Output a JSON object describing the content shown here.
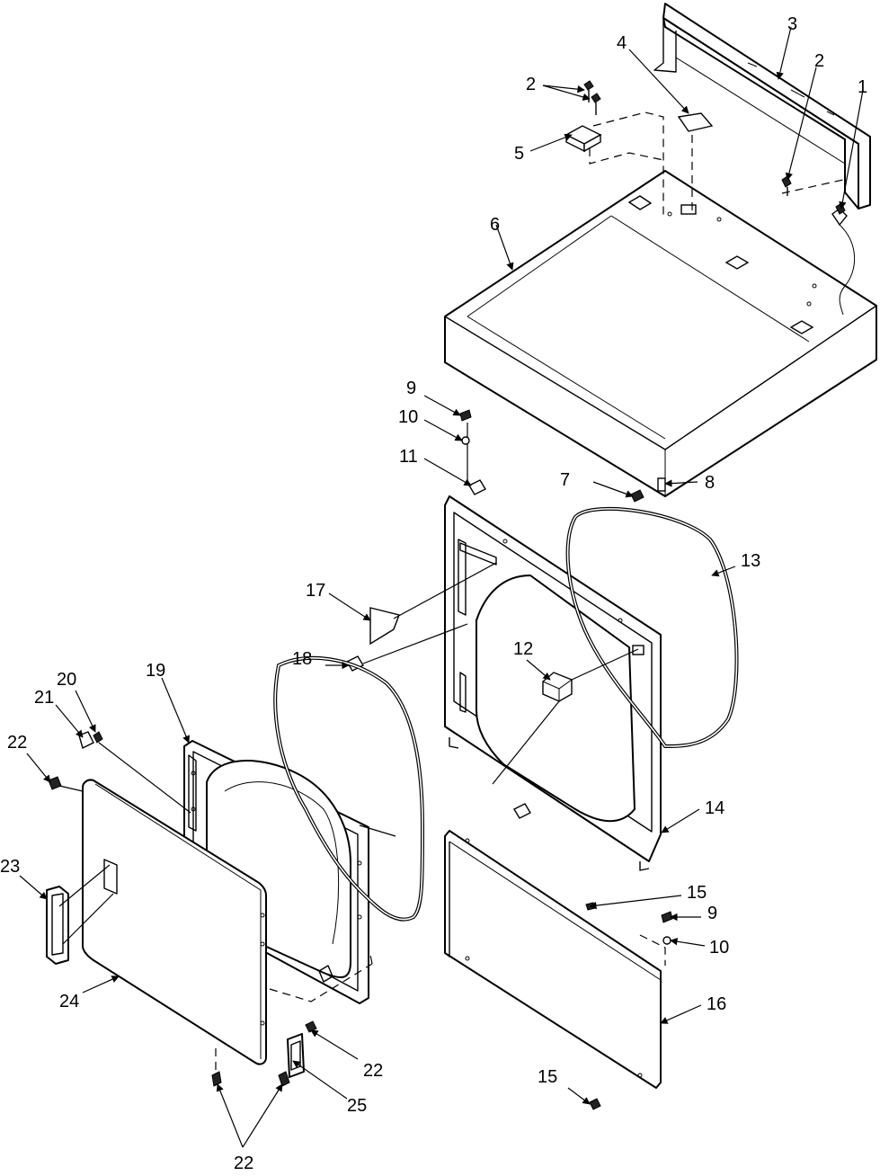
{
  "callouts": {
    "c1": "1",
    "c2a": "2",
    "c2b": "2",
    "c3": "3",
    "c4": "4",
    "c5": "5",
    "c6": "6",
    "c7": "7",
    "c8": "8",
    "c9a": "9",
    "c9b": "9",
    "c10a": "10",
    "c10b": "10",
    "c11": "11",
    "c12": "12",
    "c13": "13",
    "c14": "14",
    "c15a": "15",
    "c15b": "15",
    "c16": "16",
    "c17": "17",
    "c18": "18",
    "c19": "19",
    "c20": "20",
    "c21": "21",
    "c22a": "22",
    "c22b": "22",
    "c22c": "22",
    "c23": "23",
    "c24": "24",
    "c25": "25"
  }
}
